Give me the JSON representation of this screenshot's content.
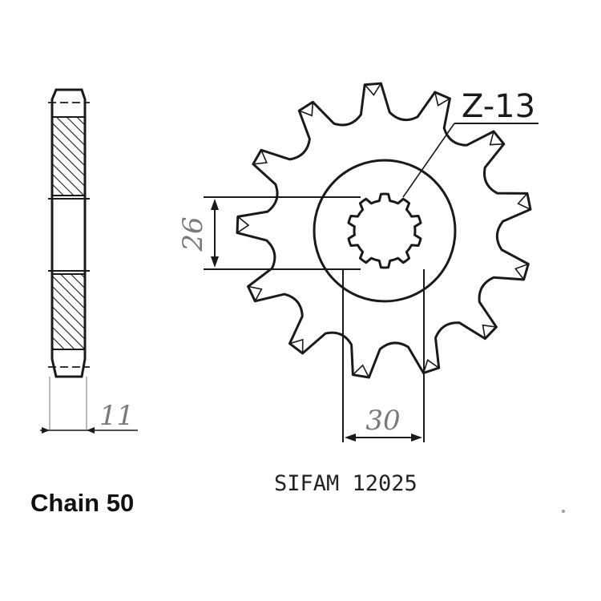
{
  "drawing": {
    "tooth_label": "Z-13",
    "dim_bore": "26",
    "dim_width": "11",
    "dim_spline": "30",
    "reference": "SIFAM   12025",
    "chain_label": "Chain 50"
  },
  "sprocket": {
    "teeth": 13,
    "outer_tip_radius": 184,
    "root_radius": 148,
    "hub_radius": 88,
    "spline_count": 10
  },
  "colors": {
    "ink": "#1a1a1a",
    "dimension": "#7a7a7a"
  }
}
